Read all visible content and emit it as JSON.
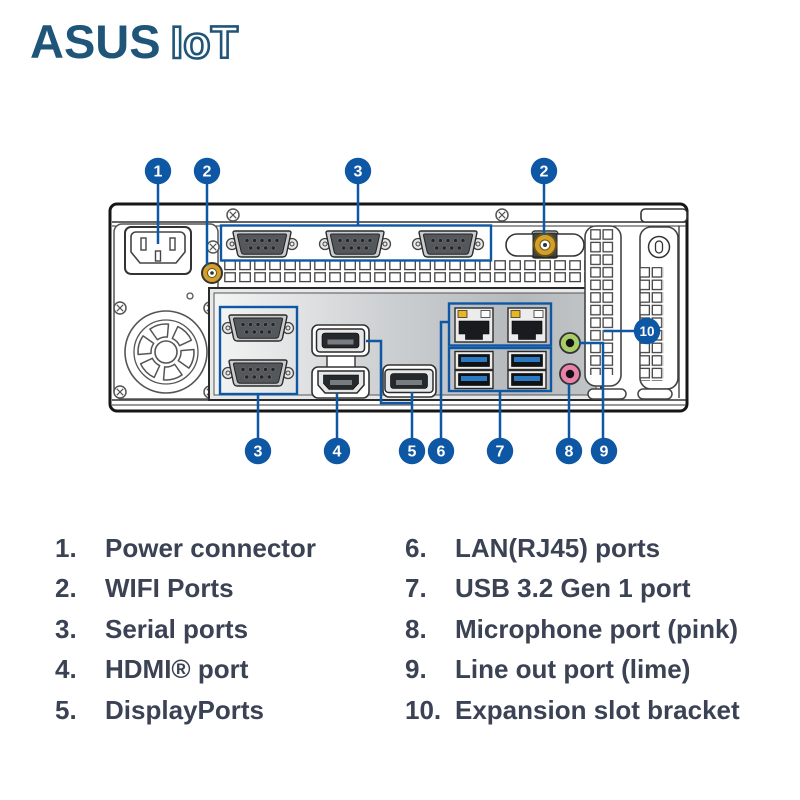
{
  "logo": {
    "brand": "ASUS",
    "product": "IoT"
  },
  "diagram": {
    "callouts": [
      "1",
      "2",
      "3",
      "2",
      "3",
      "4",
      "5",
      "6",
      "7",
      "8",
      "9",
      "10"
    ],
    "colors": {
      "callout_blue": "#0d57a5",
      "wifi_gold": "#d4a02c",
      "line_out_lime": "#a8cd68",
      "microphone_pink": "#e981ab",
      "usb_blue": "#2b79c2",
      "lan_led_yellow": "#e8b71f"
    }
  },
  "legend": {
    "items": [
      {
        "num": "1.",
        "label": "Power connector"
      },
      {
        "num": "2.",
        "label": "WIFI Ports"
      },
      {
        "num": "3.",
        "label": "Serial ports"
      },
      {
        "num": "4.",
        "label": "HDMI® port"
      },
      {
        "num": "5.",
        "label": "DisplayPorts"
      },
      {
        "num": "6.",
        "label": "LAN(RJ45) ports"
      },
      {
        "num": "7.",
        "label": "USB 3.2 Gen 1 port"
      },
      {
        "num": "8.",
        "label": "Microphone port (pink)"
      },
      {
        "num": "9.",
        "label": "Line out port (lime)"
      },
      {
        "num": "10.",
        "label": "Expansion slot bracket"
      }
    ]
  }
}
